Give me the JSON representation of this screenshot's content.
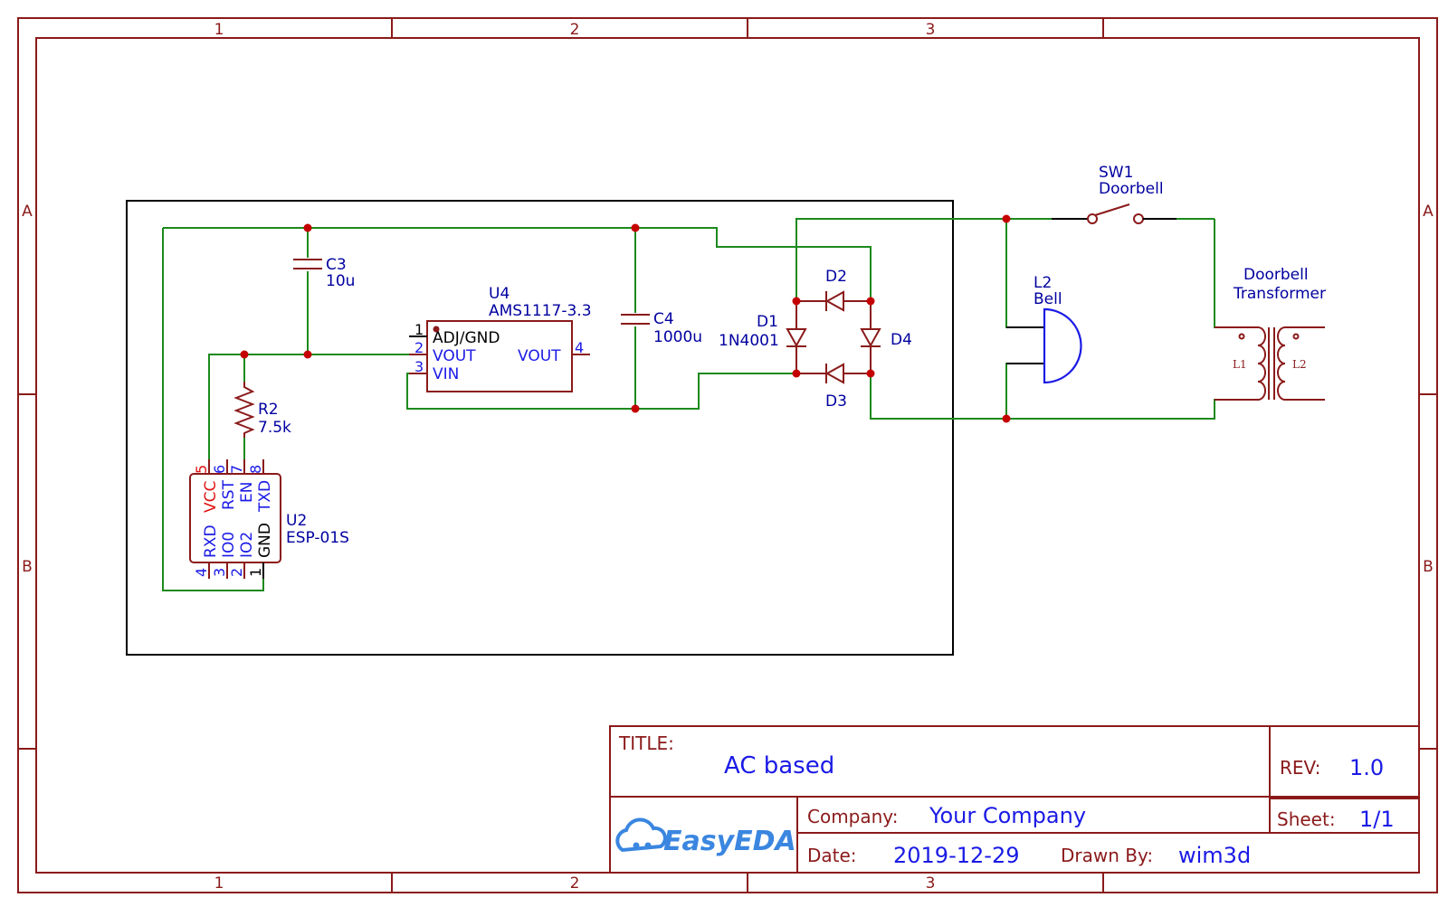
{
  "border": {
    "columns": [
      "1",
      "2",
      "3"
    ],
    "rows": [
      "A",
      "B"
    ]
  },
  "components": {
    "c3": {
      "ref": "C3",
      "value": "10u"
    },
    "c4": {
      "ref": "C4",
      "value": "1000u"
    },
    "r2": {
      "ref": "R2",
      "value": "7.5k"
    },
    "u4": {
      "ref": "U4",
      "value": "AMS1117-3.3",
      "pins": [
        {
          "num": "1",
          "name": "ADJ/GND"
        },
        {
          "num": "2",
          "name": "VOUT"
        },
        {
          "num": "3",
          "name": "VIN"
        },
        {
          "num": "4",
          "name": "VOUT"
        }
      ]
    },
    "u2": {
      "ref": "U2",
      "value": "ESP-01S",
      "pins_top": [
        {
          "num": "5",
          "name": "VCC"
        },
        {
          "num": "6",
          "name": "RST"
        },
        {
          "num": "7",
          "name": "EN"
        },
        {
          "num": "8",
          "name": "TXD"
        }
      ],
      "pins_bottom": [
        {
          "num": "4",
          "name": "RXD"
        },
        {
          "num": "3",
          "name": "IO0"
        },
        {
          "num": "2",
          "name": "IO2"
        },
        {
          "num": "1",
          "name": "GND"
        }
      ]
    },
    "d1": {
      "ref": "D1",
      "value": "1N4001"
    },
    "d2": {
      "ref": "D2"
    },
    "d3": {
      "ref": "D3"
    },
    "d4": {
      "ref": "D4"
    },
    "sw1": {
      "ref": "SW1",
      "value": "Doorbell"
    },
    "l2": {
      "ref": "L2",
      "value": "Bell"
    },
    "transformer": {
      "line1": "Doorbell",
      "line2": "Transformer",
      "coil1": "L1",
      "coil2": "L2"
    }
  },
  "title_block": {
    "title_label": "TITLE:",
    "title": "AC based",
    "rev_label": "REV:",
    "rev": "1.0",
    "company_label": "Company:",
    "company": "Your Company",
    "sheet_label": "Sheet:",
    "sheet": "1/1",
    "date_label": "Date:",
    "date": "2019-12-29",
    "drawn_label": "Drawn By:",
    "drawn_by": "wim3d",
    "logo": "EasyEDA"
  },
  "colors": {
    "frame": "#8b1a1a",
    "wire": "#1c8a1c",
    "text_blue": "#1a1ae6",
    "junction": "#c40000"
  }
}
